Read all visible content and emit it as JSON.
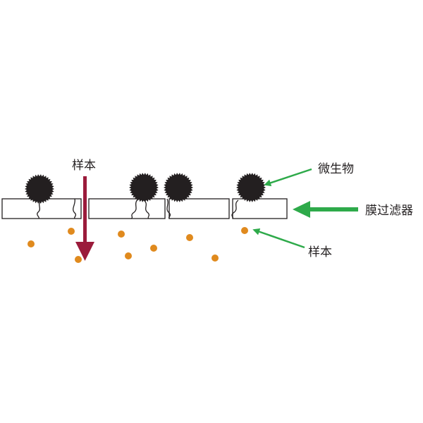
{
  "labels": {
    "sample_top": "样本",
    "microorganism": "微生物",
    "membrane_filter": "膜过滤器",
    "sample_bottom": "样本"
  },
  "colors": {
    "sample_arrow": "#9b1b3b",
    "pointer_arrow": "#2eaa4a",
    "microbe": "#231f20",
    "particle": "#e08a1e",
    "membrane_stroke": "#231f20",
    "membrane_fill": "#ffffff"
  },
  "icons": {
    "microbe": "spiky-ball-icon",
    "particle": "dot-icon"
  }
}
